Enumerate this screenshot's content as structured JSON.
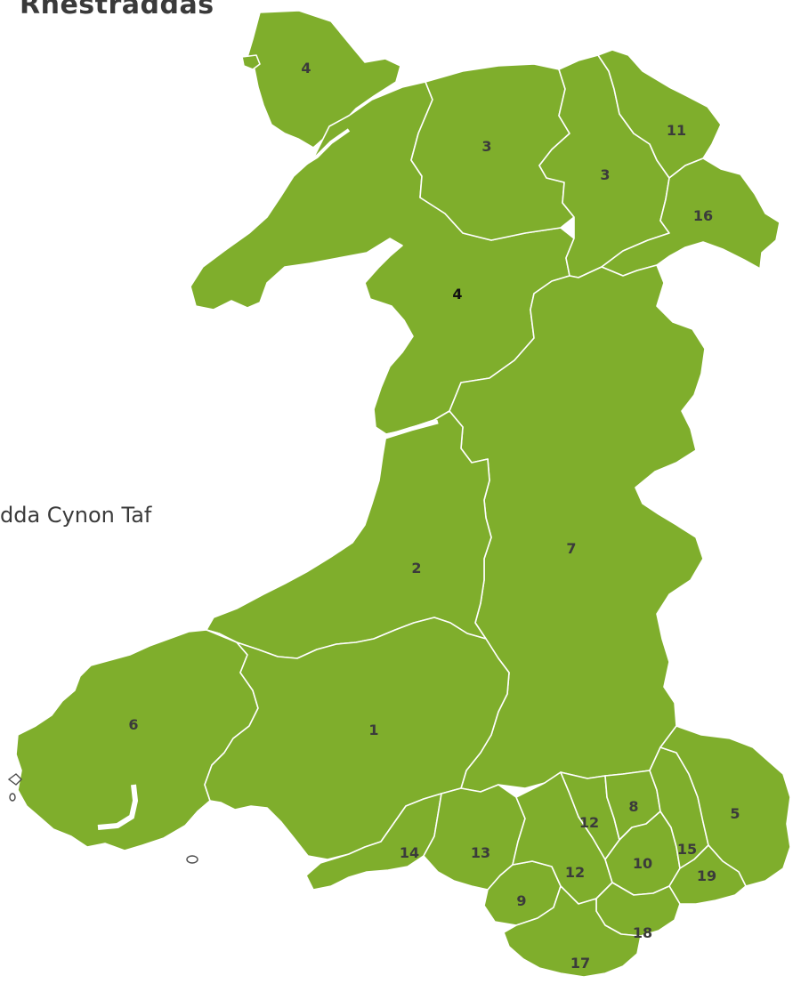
{
  "map": {
    "title_fragment": "Rhestraddas",
    "highlighted_area_label": "dda Cynon Taf",
    "fill_color": "#7fae2c",
    "border_color": "#ffffff",
    "label_color": "#3b3b3b",
    "regions": [
      {
        "id": "anglesey",
        "label": "4"
      },
      {
        "id": "conwy",
        "label": "3"
      },
      {
        "id": "denbighshire",
        "label": "3"
      },
      {
        "id": "flintshire",
        "label": "11"
      },
      {
        "id": "wrexham",
        "label": "16"
      },
      {
        "id": "gwynedd",
        "label": "4"
      },
      {
        "id": "powys",
        "label": "7"
      },
      {
        "id": "ceredigion",
        "label": "2"
      },
      {
        "id": "carmarthenshire",
        "label": "1"
      },
      {
        "id": "pembrokeshire",
        "label": "6"
      },
      {
        "id": "monmouthshire",
        "label": "5"
      },
      {
        "id": "swansea",
        "label": "14"
      },
      {
        "id": "neath-port-talbot",
        "label": "13"
      },
      {
        "id": "rhondda-cynon-taf",
        "label": "12"
      },
      {
        "id": "merthyr-tydfil",
        "label": "12"
      },
      {
        "id": "blaenau-gwent",
        "label": "8"
      },
      {
        "id": "caerphilly",
        "label": "10"
      },
      {
        "id": "torfaen",
        "label": "15"
      },
      {
        "id": "bridgend",
        "label": "9"
      },
      {
        "id": "cardiff",
        "label": "18"
      },
      {
        "id": "vale-of-glamorgan",
        "label": "17"
      },
      {
        "id": "newport",
        "label": "19"
      }
    ]
  }
}
